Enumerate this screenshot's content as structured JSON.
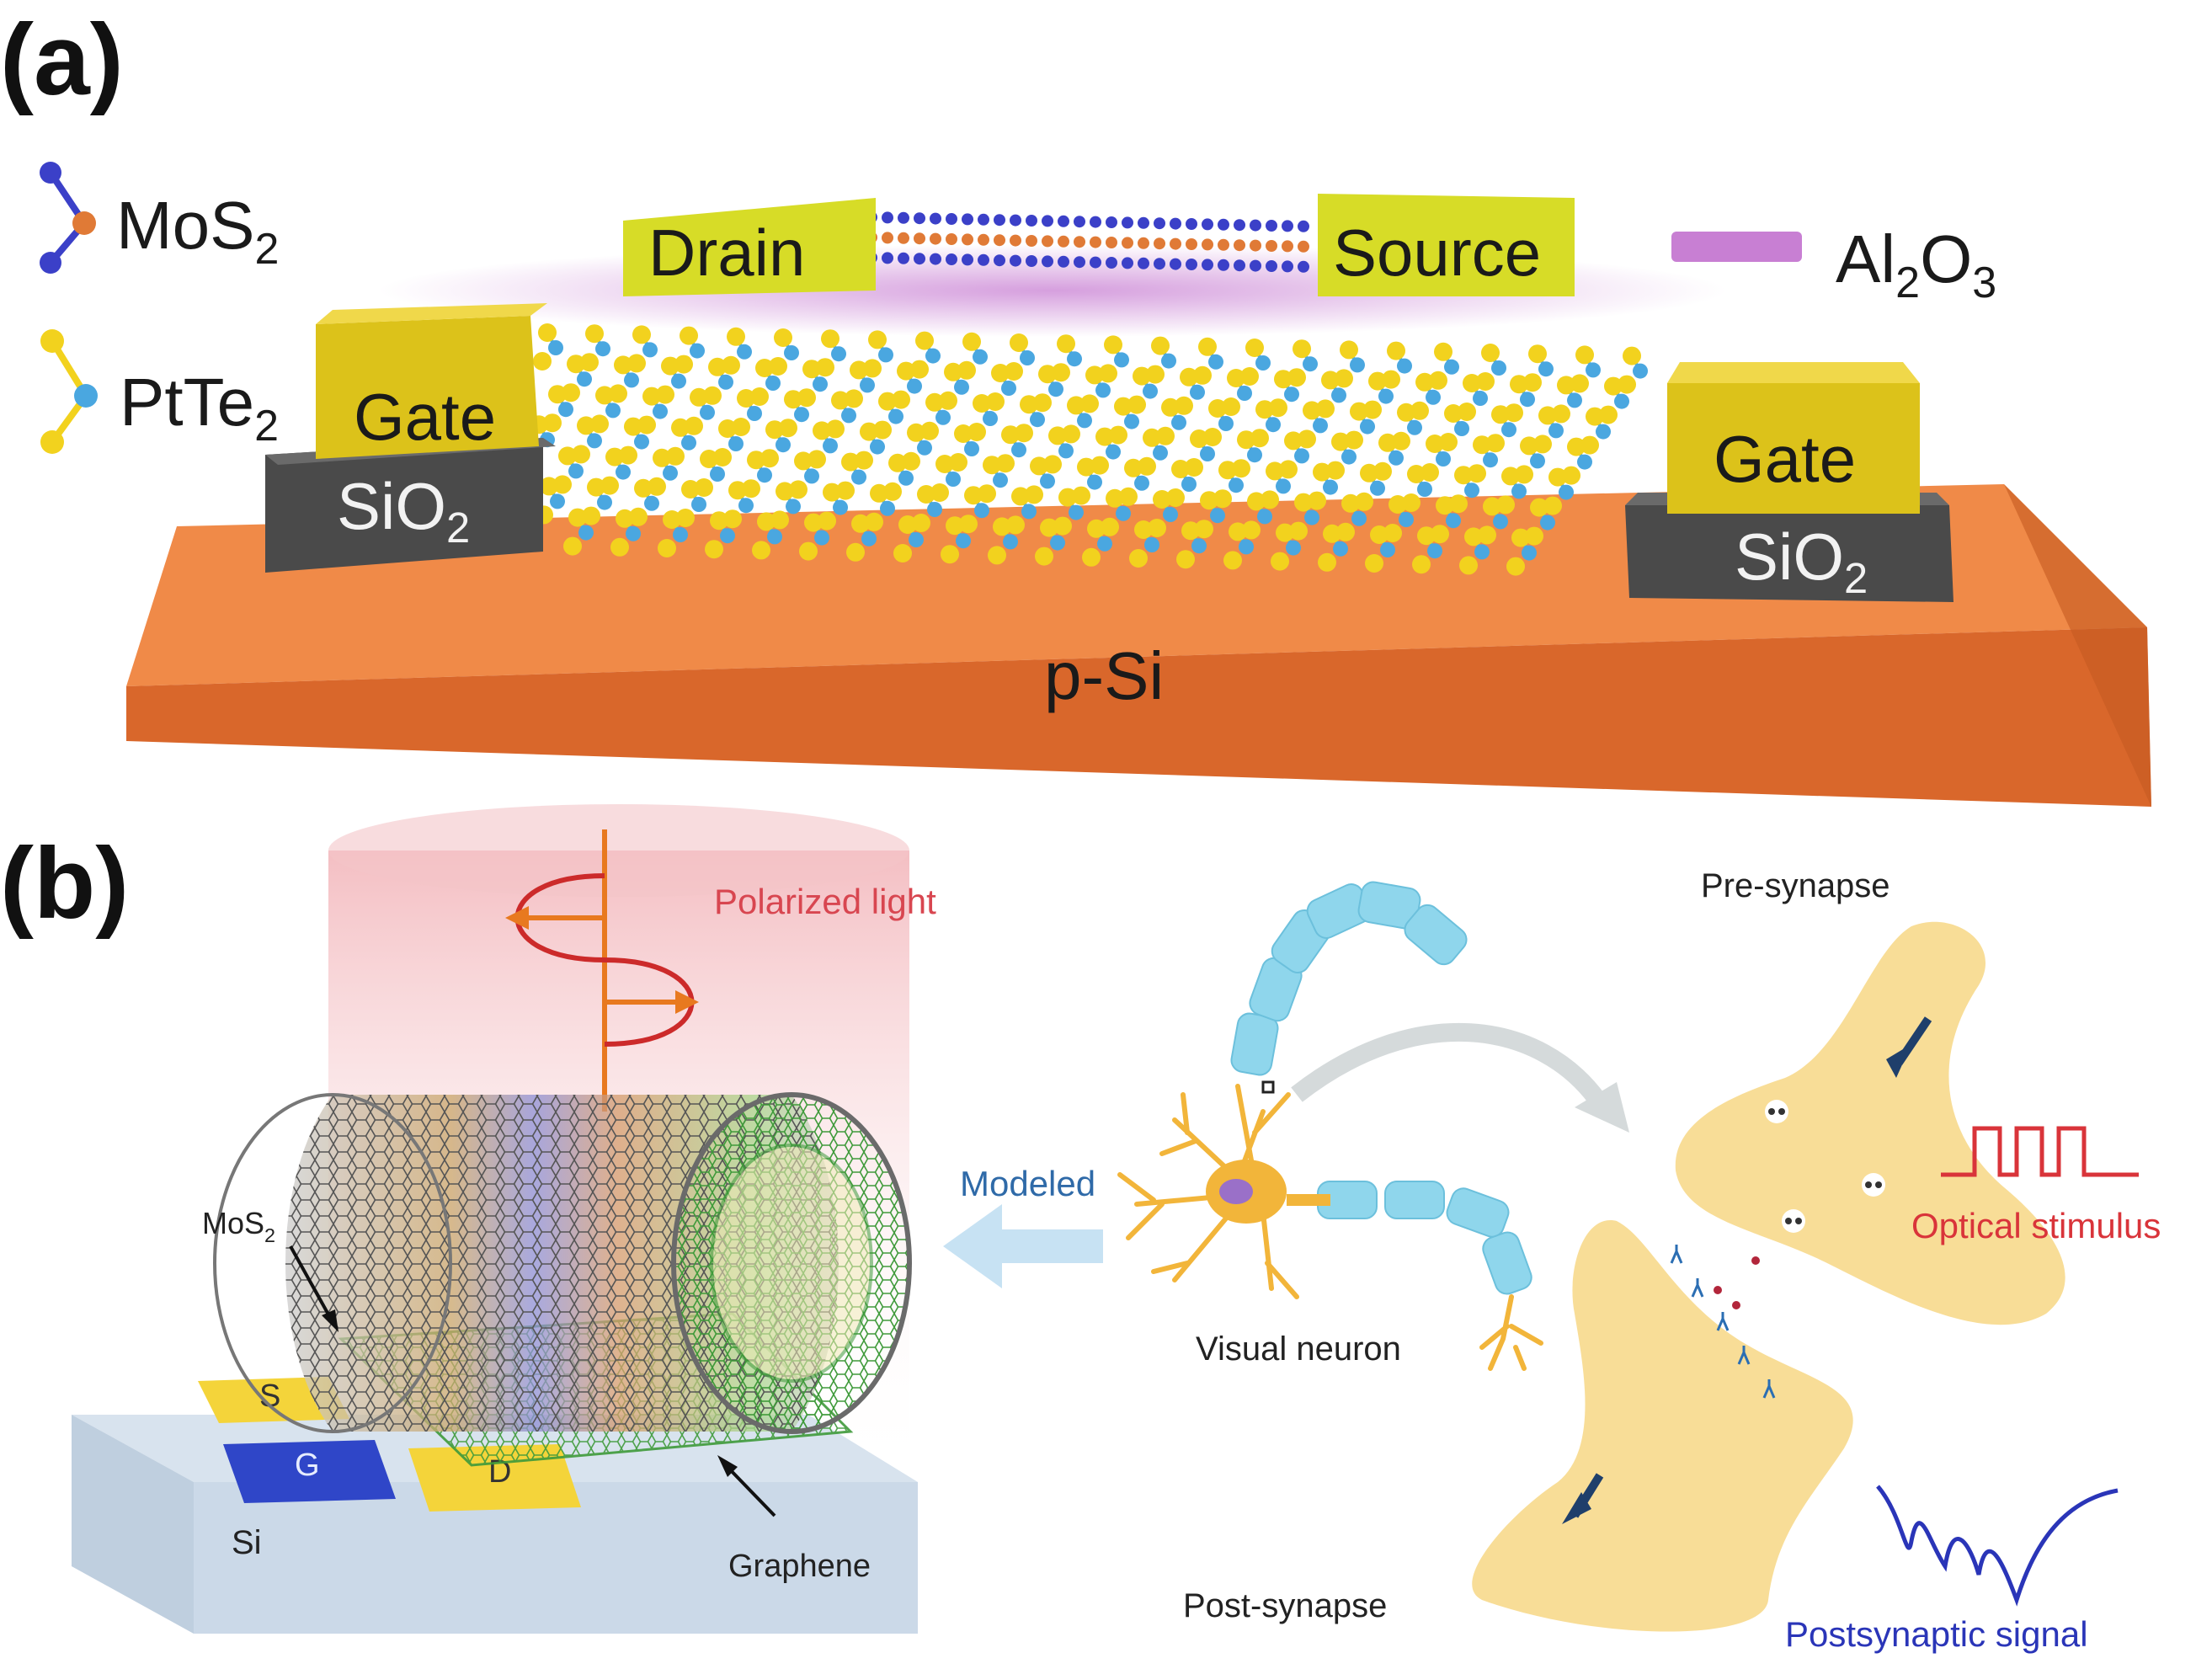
{
  "panel_a": {
    "label": "(a)",
    "legend_mos2": {
      "base": "MoS",
      "sub": "2"
    },
    "legend_ptte2": {
      "base": "PtTe",
      "sub": "2"
    },
    "legend_al2o3": {
      "p1": "Al",
      "s1": "2",
      "p2": "O",
      "s2": "3"
    },
    "drain": "Drain",
    "source": "Source",
    "gate_left": "Gate",
    "gate_right": "Gate",
    "sio2_left": {
      "base": "SiO",
      "sub": "2"
    },
    "sio2_right": {
      "base": "SiO",
      "sub": "2"
    },
    "substrate": "p-Si",
    "colors": {
      "substrate": "#e8773c",
      "gate": "#dcc21a",
      "contact": "#d7dc27",
      "oxide": "#555555",
      "al2o3": "#c87fd3",
      "mo_atom": "#3b40c8",
      "s_atom": "#e07a36",
      "te_atom": "#f2d21e",
      "pt_atom": "#4aa7e0"
    }
  },
  "panel_b": {
    "label": "(b)",
    "polarized_light": "Polarized light",
    "modeled": "Modeled",
    "mos2": {
      "base": "MoS",
      "sub": "2"
    },
    "s": "S",
    "g": "G",
    "d": "D",
    "si": "Si",
    "graphene": "Graphene",
    "visual_neuron": "Visual neuron",
    "pre_synapse": "Pre-synapse",
    "post_synapse": "Post-synapse",
    "optical_stimulus": "Optical stimulus",
    "postsynaptic_signal": "Postsynaptic signal",
    "colors": {
      "light": "#e05060",
      "stimulus": "#d9343a",
      "signal": "#2a35b8",
      "synapse": "#f7d98c",
      "neuron": "#f2b53a",
      "axon": "#8fd6ec",
      "tube": "#8a8a8a"
    }
  }
}
